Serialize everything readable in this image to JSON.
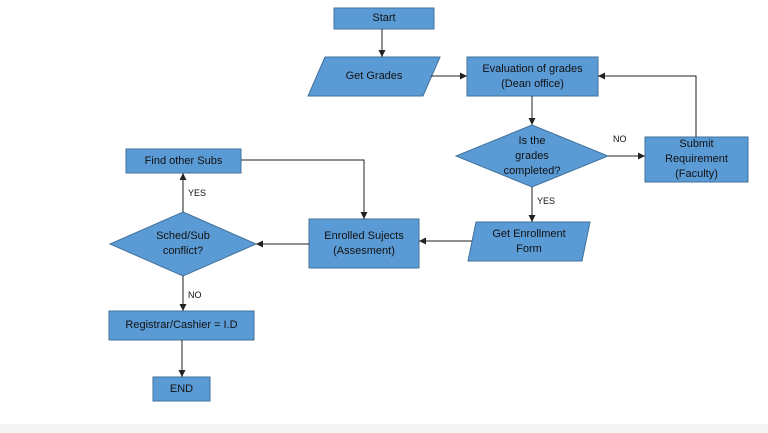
{
  "diagram": {
    "nodes": {
      "start": "Start",
      "get_grades": "Get Grades",
      "evaluation": "Evaluation of grades\n(Dean office)",
      "grades_completed": "Is the\ngrades\ncompleted?",
      "submit_requirement": "Submit\nRequirement\n(Faculty)",
      "get_enrollment_form": "Get Enrollment\nForm",
      "enrolled_subjects": "Enrolled Sujects\n(Assesment)",
      "sched_conflict": "Sched/Sub\nconflict?",
      "find_other_subs": "Find other Subs",
      "registrar": "Registrar/Cashier = I.D",
      "end": "END"
    },
    "edge_labels": {
      "no_submit": "NO",
      "yes_enroll": "YES",
      "yes_find": "YES",
      "no_registrar": "NO"
    },
    "colors": {
      "fill": "#5b9bd5",
      "stroke": "#41719c",
      "connector": "#222222"
    }
  }
}
